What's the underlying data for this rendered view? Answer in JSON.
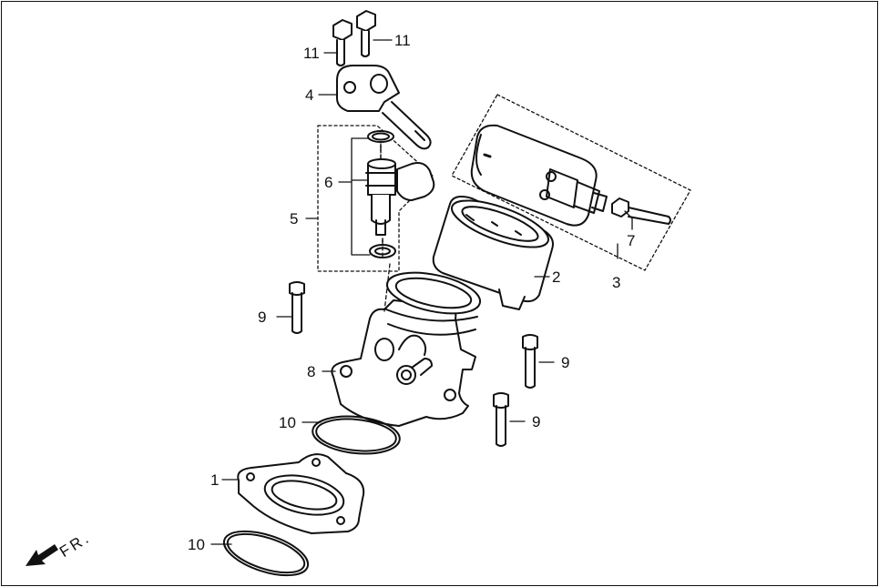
{
  "callouts": {
    "c1": "1",
    "c2": "2",
    "c3": "3",
    "c4": "4",
    "c5": "5",
    "c6": "6",
    "c7": "7",
    "c8": "8",
    "c9a": "9",
    "c9b": "9",
    "c9c": "9",
    "c10a": "10",
    "c10b": "10",
    "c11a": "11",
    "c11b": "11"
  },
  "direction_label": "FR."
}
